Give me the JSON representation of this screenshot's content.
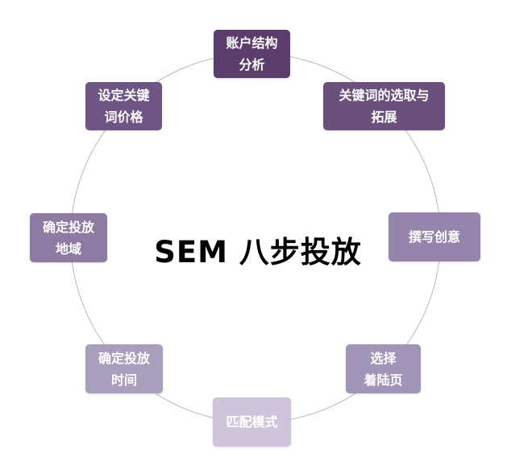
{
  "title": "SEM 八步投放",
  "steps": [
    {
      "label": "账户结构\n分析",
      "color": "#5a3d6b"
    },
    {
      "label": "关键词的选取与\n拓展",
      "color": "#6b4f7d"
    },
    {
      "label": "撰写创意",
      "color": "#9585ad"
    },
    {
      "label": "选择\n着陆页",
      "color": "#a195b8"
    },
    {
      "label": "匹配模式",
      "color": "#cec5da"
    },
    {
      "label": "确定投放\n时间",
      "color": "#a89fbc"
    },
    {
      "label": "确定投放\n地域",
      "color": "#8e7ba4"
    },
    {
      "label": "设定关键\n词价格",
      "color": "#6e5584"
    }
  ]
}
